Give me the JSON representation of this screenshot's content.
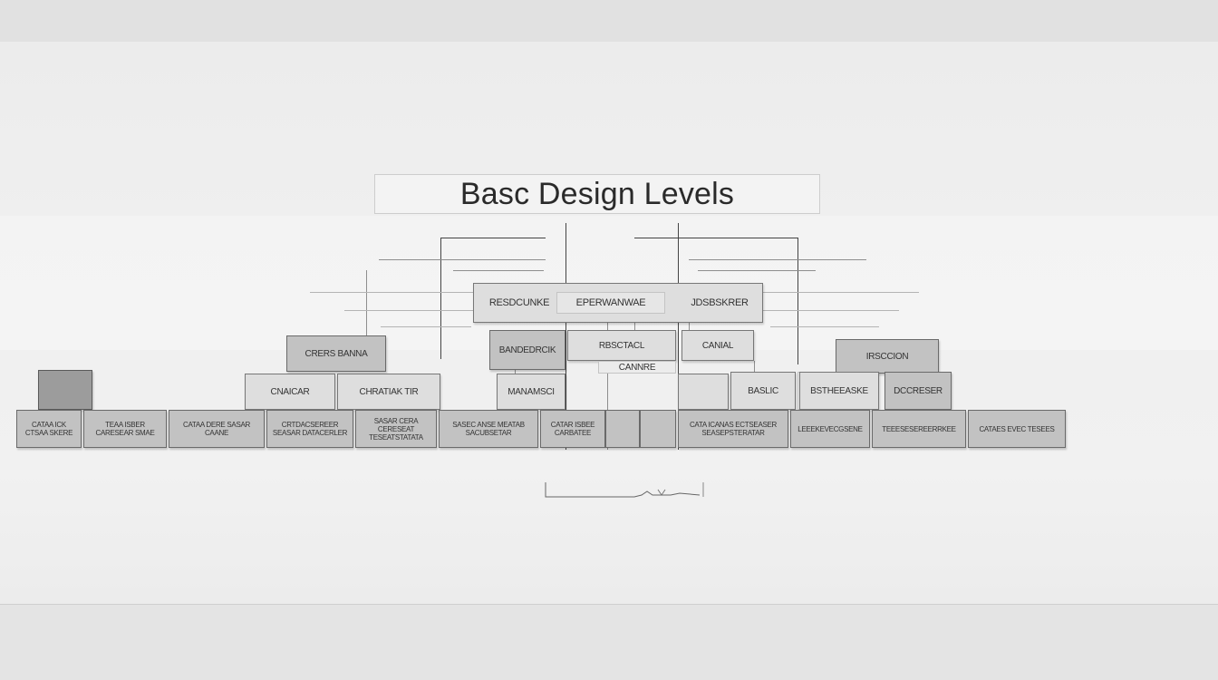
{
  "title": "Basc Design Levels",
  "levels": [
    {
      "name": "top",
      "boxes": [
        "RESDCUNKE",
        "EPERWANWAE",
        "JDSBSKRER"
      ]
    },
    {
      "name": "second",
      "boxes": [
        "CRERS BANNA",
        "BANDEDRCIK",
        "RBSCTACL",
        "CANIAL",
        "CANNRE",
        "IRSCCION"
      ]
    },
    {
      "name": "third",
      "boxes": [
        "",
        "CNAICAR",
        "CHRATIAK TIR",
        "MANAMSCI",
        "",
        "BASLIC",
        "",
        "BSTHEEASKE",
        "DCCRESER"
      ]
    },
    {
      "name": "base",
      "boxes": [
        "CATAA ICK CTSAA SKERE",
        "TEAA ISBER CARESEAR SMAE",
        "CATAA DERE SASAR CAANE",
        "CRTDACSEREER SEASAR DATACERLER",
        "SASAR CERA CERESEAT TESEATSTATATA",
        "SASEC ANSE MEATAB SACUBSETAR",
        "CATAR ISBEE CARBATEE",
        "",
        "",
        "CATA ICANAS ECTSEASER SEASEPSTERATAR",
        "LEEEKEVECGSENE",
        "TEEESESEREERRKEE",
        "CATAES EVEC TESEES"
      ]
    }
  ],
  "footnote": "",
  "colors": {
    "line": "#444444",
    "box_light": "#dedede",
    "box_mid": "#c2c2c2",
    "box_dark": "#9c9c9c"
  }
}
